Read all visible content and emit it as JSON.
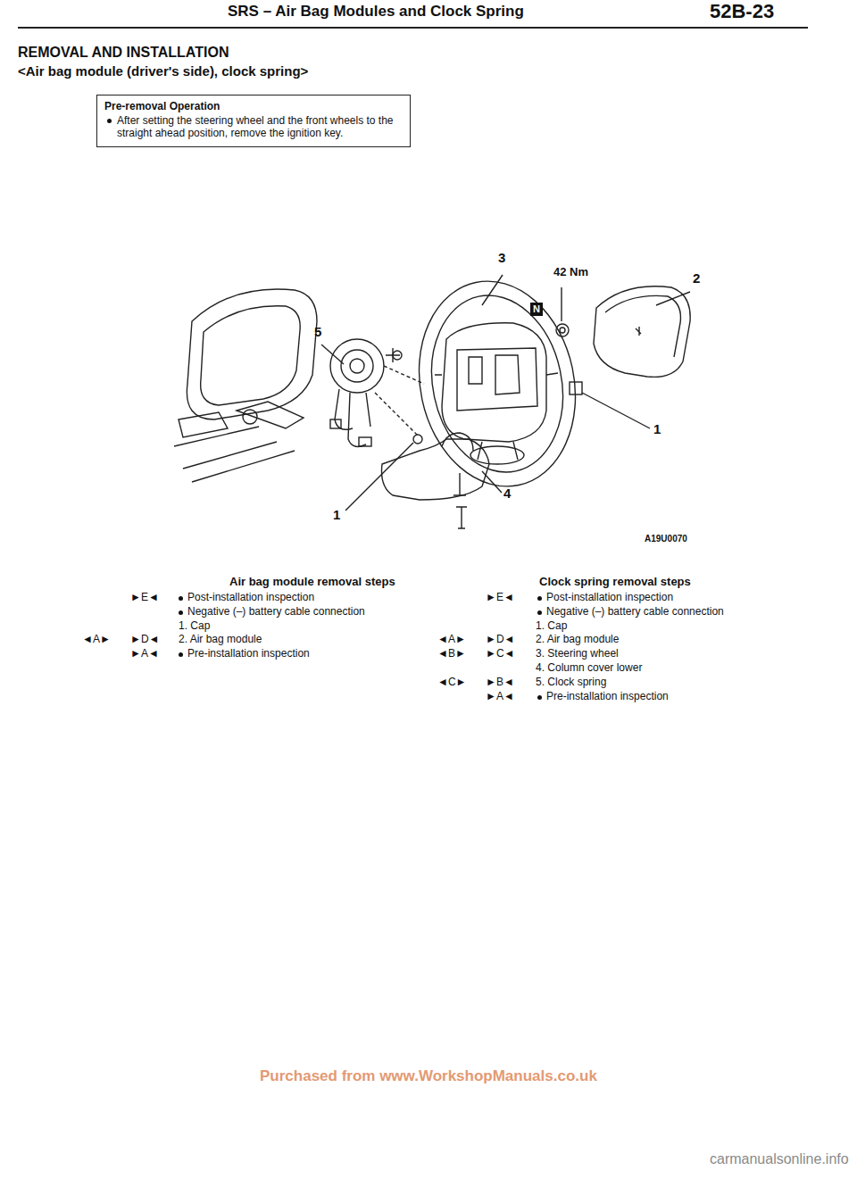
{
  "diagram": {
    "title": "REMOVAL AND INSTALLATION",
    "nodes": [
      {
        "text": [
          "Pre-removal Operation",
          "After setting the steering wheel and the front wheels to the straight ahead position, remove the ignition key."
        ]
      }
    ],
    "labels": [
      "SRS – Air Bag Modules and Clock Spring",
      "52B-23",
      "<Air bag module (driver's side), clock spring>",
      "3",
      "42 Nm",
      "2",
      "N",
      "5",
      "1",
      "1",
      "4",
      "A19U0070",
      "Air bag module removal steps",
      "►E◄",
      "Post-installation inspection",
      "Negative (–) battery cable connection",
      "1. Cap",
      "◄A►",
      "►D◄",
      "2. Air bag module",
      "►A◄",
      "Pre-installation inspection",
      "Clock spring removal steps",
      "►E◄",
      "Post-installation inspection",
      "Negative (–) battery cable connection",
      "1. Cap",
      "◄A►",
      "►D◄",
      "2. Air bag module",
      "◄B►",
      "►C◄",
      "3. Steering wheel",
      "4. Column cover lower",
      "◄C►",
      "►B◄",
      "5. Clock spring",
      "►A◄",
      "Pre-installation inspection",
      "Purchased from www.WorkshopManuals.co.uk",
      "carmanualsonline.info"
    ]
  }
}
